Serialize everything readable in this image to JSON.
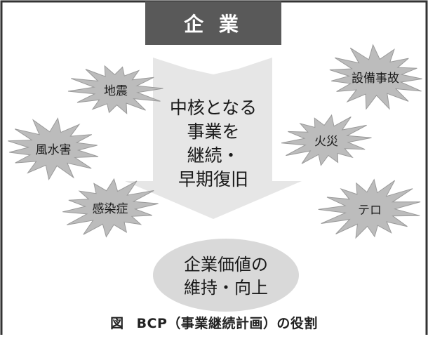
{
  "header": {
    "label": "企 業"
  },
  "center": {
    "lines": [
      "中核となる",
      "事業を",
      "継続・",
      "早期復旧"
    ]
  },
  "outcome": {
    "lines": [
      "企業価値の",
      "維持・向上"
    ]
  },
  "risks_left": [
    {
      "label": "地震"
    },
    {
      "label": "風水害"
    },
    {
      "label": "感染症"
    }
  ],
  "risks_right": [
    {
      "label": "設備事故"
    },
    {
      "label": "火災"
    },
    {
      "label": "テロ"
    }
  ],
  "caption": {
    "figure_label": "図",
    "text": "BCP（事業継続計画）の役割"
  },
  "colors": {
    "frame": "#333333",
    "header_bg": "#595959",
    "header_text": "#ffffff",
    "arrow_fill": "#e6e6e6",
    "star_fill": "#bcbcbc",
    "star_stroke": "#9a9a9a",
    "ellipse_fill": "#d9d9d9",
    "text": "#1a1a1a"
  }
}
